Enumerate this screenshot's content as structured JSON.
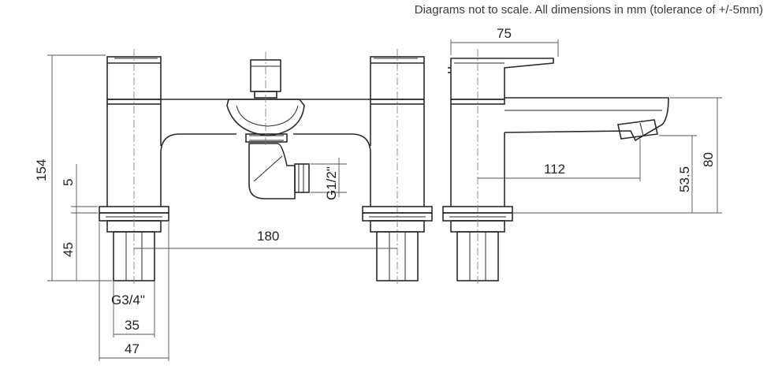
{
  "note": "Diagrams not to scale. All dimensions in mm (tolerance of +/-5mm)",
  "dimensions": {
    "width_top": "75",
    "total_height": "154",
    "deck_5": "5",
    "shank_45": "45",
    "centres": "180",
    "thread_inlet": "G3/4\"",
    "shank_35": "35",
    "base_47": "47",
    "outlet_thread": "G1/2\"",
    "spout_reach": "112",
    "spout_height": "80",
    "outlet_height": "53.5"
  }
}
